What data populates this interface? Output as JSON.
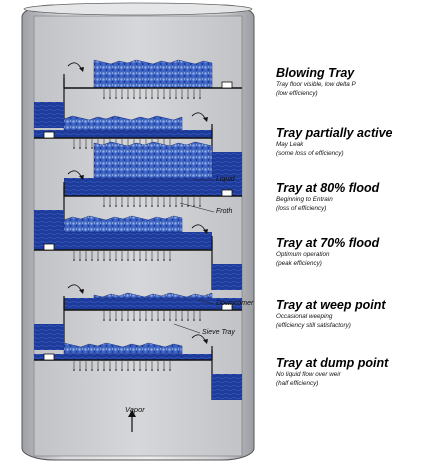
{
  "trays": [
    {
      "title": "Blowing Tray",
      "lines": [
        "Tray floor visible, low delta P",
        "(low efficiency)"
      ]
    },
    {
      "title": "Tray partially active",
      "lines": [
        "May Leak",
        "(some loss of efficiency)"
      ]
    },
    {
      "title": "Tray at 80% flood",
      "lines": [
        "Beginning to Entrain",
        "(loss of efficiency)"
      ]
    },
    {
      "title": "Tray at 70% flood",
      "lines": [
        "Optimum operation",
        "(peak efficiency)"
      ]
    },
    {
      "title": "Tray at weep point",
      "lines": [
        "Occasional weeping",
        "(efficiency still satisfactory)"
      ]
    },
    {
      "title": "Tray at dump point",
      "lines": [
        "No liquid flow over weir",
        "(half efficiency)"
      ]
    }
  ],
  "callouts": {
    "liquid": "Liquid",
    "froth": "Froth",
    "downcomer": "Downcomer",
    "sieve_tray": "Sieve Tray",
    "vapor": "Vapor"
  },
  "colors": {
    "column_fill": "#c9c9cc",
    "liquid_dark": "#1f3c9c",
    "froth_light": "#5d86d6",
    "tray_line": "#111111"
  }
}
